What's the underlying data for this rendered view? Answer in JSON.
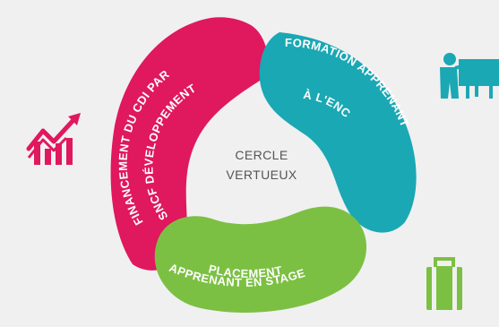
{
  "center": {
    "line1": "CERCLE",
    "line2": "VERTUEUX"
  },
  "segments": {
    "financement": {
      "line1": "FINANCEMENT DU CDI PAR",
      "line2": "SNCF DÉVELOPPEMENT"
    },
    "formation": {
      "line1": "FORMATION APPRENANT",
      "line2": "À L'ENC"
    },
    "placement": {
      "line1": "PLACEMENT",
      "line2": "APPRENANT EN STAGE"
    }
  },
  "icons": {
    "growth": "growth-chart-icon",
    "teacher": "presentation-icon",
    "briefcase": "briefcase-icon"
  },
  "colors": {
    "financement": "#e0185e",
    "formation": "#1aa8b4",
    "placement": "#7cc043",
    "background": "#f0f0f0",
    "center_text": "#555555"
  }
}
